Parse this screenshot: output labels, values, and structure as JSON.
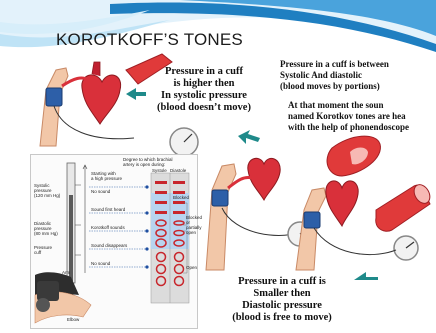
{
  "slide": {
    "title": "KOROTKOFF’S TONES",
    "top_left_caption": [
      "Pressure in a cuff",
      "is higher then",
      "In systolic pressure",
      "(blood doesn’t move)"
    ],
    "top_right_caption": [
      "Pressure in a cuff is between",
      "Systolic And diastolic",
      "(blood moves by portions)"
    ],
    "top_right_note": [
      "At that moment the soun",
      "named Korotkov tones are hea",
      "with the help of phonendoscope"
    ],
    "bottom_caption": [
      "Pressure in a cuff is",
      "Smaller then",
      "Diastolic pressure",
      "(blood is free to move)"
    ]
  },
  "diagram": {
    "header": [
      "Degree to which brachial",
      "artery is open during:"
    ],
    "col_systole": "Systole",
    "col_diastole": "Diastole",
    "systolic_label": [
      "Systolic",
      "pressure",
      "(120 mm Hg)"
    ],
    "diastolic_label": [
      "Diastolic",
      "pressure",
      "(80 mm Hg)"
    ],
    "cuff_label": [
      "Pressure",
      "cuff"
    ],
    "arm_label": "Arm",
    "elbow_label": "Elbow",
    "starting_label": [
      "Starting with",
      "a high pressure"
    ],
    "no_sound_1": "No sound",
    "first_heard": "Sound first heard",
    "korotkoff_sounds": "Korotkoff sounds",
    "disappears": "Sound disappears",
    "no_sound_2": "No sound",
    "blocked": "Blocked",
    "blocked_partially": [
      "Blocked",
      "or",
      "partially",
      "open"
    ],
    "open": "Open"
  },
  "colors": {
    "accent_blue": "#1f7fc1",
    "light_blue": "#bfe3f6",
    "artery_red": "#d9303a",
    "teal_arrow": "#1f8a8a"
  }
}
